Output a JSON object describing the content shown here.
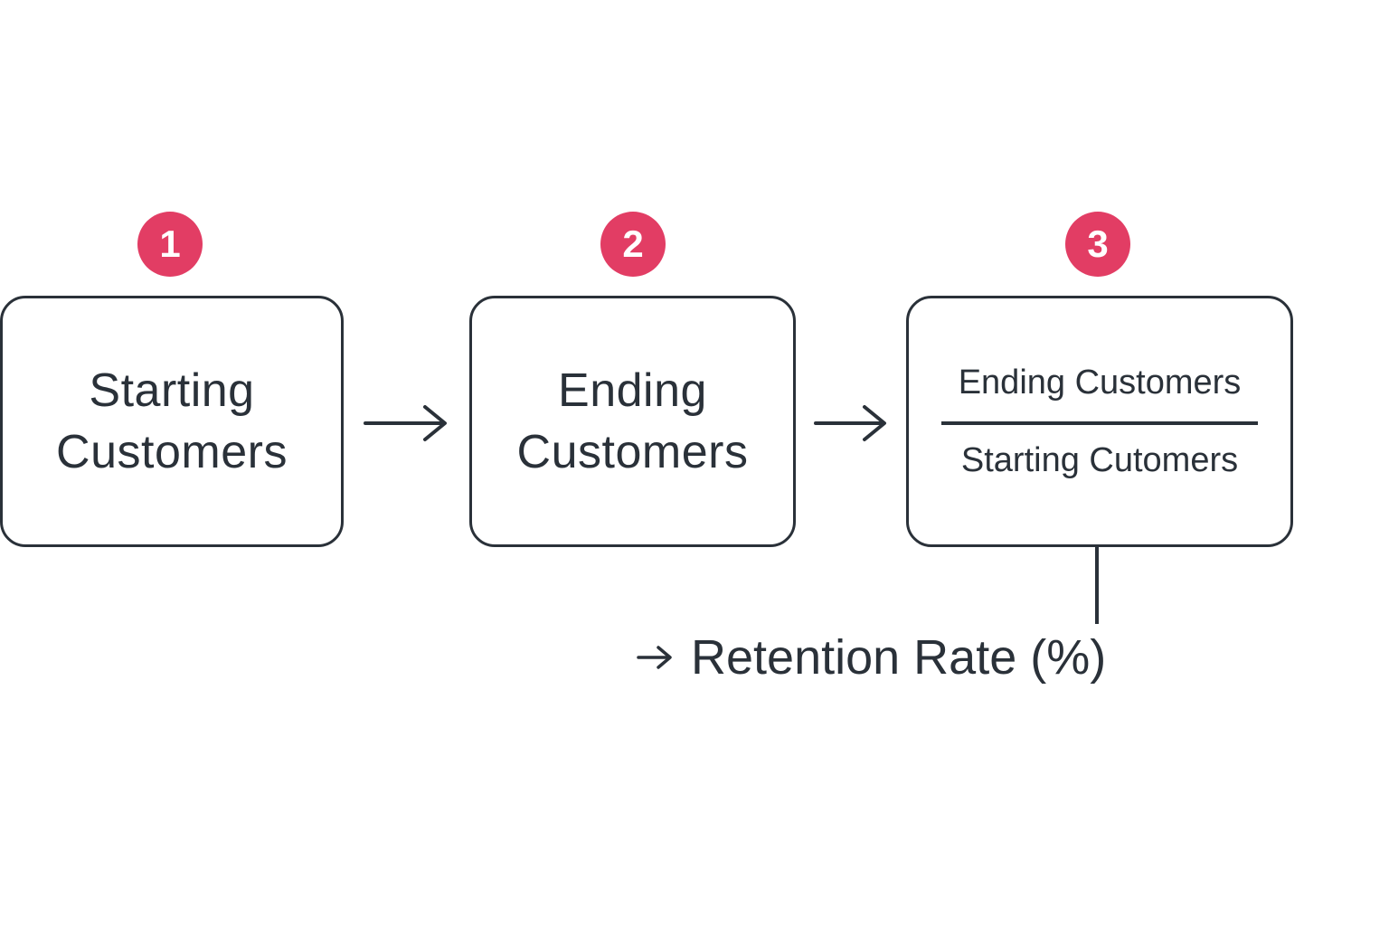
{
  "steps": [
    {
      "number": "1",
      "lines": [
        "Starting",
        "Customers"
      ]
    },
    {
      "number": "2",
      "lines": [
        "Ending",
        "Customers"
      ]
    },
    {
      "number": "3",
      "numerator": "Ending Customers",
      "denominator": "Starting Cutomers"
    }
  ],
  "result": {
    "label": "Retention Rate (%)"
  },
  "colors": {
    "accent": "#e23d64",
    "stroke": "#2a3139",
    "background": "#ffffff"
  },
  "icons": {
    "step_arrow": "arrow-right-icon",
    "result_arrow": "arrow-right-icon"
  }
}
